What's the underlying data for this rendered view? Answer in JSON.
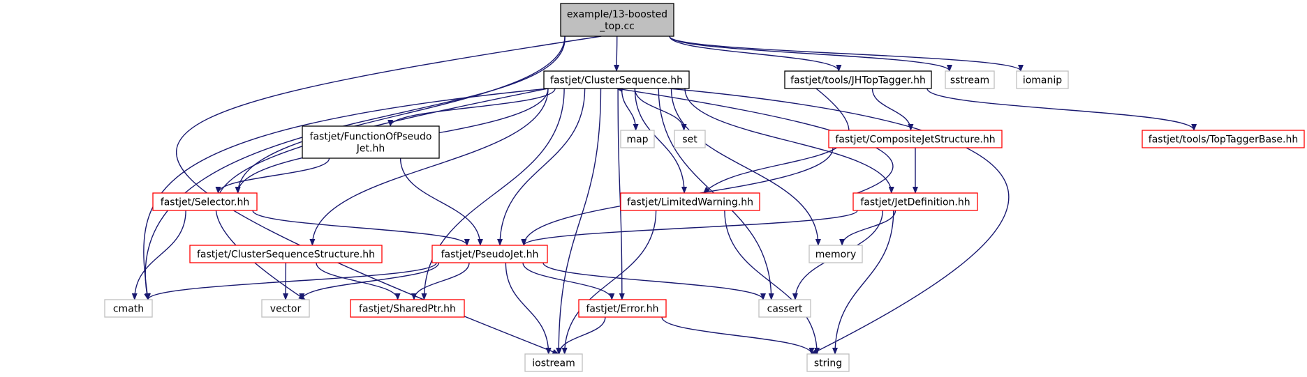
{
  "colors": {
    "edge": "#191970",
    "border_root": "#000000",
    "fill_root": "#bfbfbf",
    "border_documented": "#000000",
    "border_red": "#ff0000",
    "border_external": "#bfbfbf"
  },
  "nodes": {
    "root": {
      "lines": [
        "example/13-boosted",
        "_top.cc"
      ],
      "kind": "root"
    },
    "clusterseq": {
      "lines": [
        "fastjet/ClusterSequence.hh"
      ],
      "kind": "documented"
    },
    "jhtop": {
      "lines": [
        "fastjet/tools/JHTopTagger.hh"
      ],
      "kind": "documented"
    },
    "sstream": {
      "lines": [
        "sstream"
      ],
      "kind": "external"
    },
    "iomanip": {
      "lines": [
        "iomanip"
      ],
      "kind": "external"
    },
    "toptaggerbase": {
      "lines": [
        "fastjet/tools/TopTaggerBase.hh"
      ],
      "kind": "red"
    },
    "functionof": {
      "lines": [
        "fastjet/FunctionOfPseudo",
        "Jet.hh"
      ],
      "kind": "documented"
    },
    "map": {
      "lines": [
        "map"
      ],
      "kind": "external"
    },
    "set": {
      "lines": [
        "set"
      ],
      "kind": "external"
    },
    "composite": {
      "lines": [
        "fastjet/CompositeJetStructure.hh"
      ],
      "kind": "red"
    },
    "selector": {
      "lines": [
        "fastjet/Selector.hh"
      ],
      "kind": "red"
    },
    "limitedwarning": {
      "lines": [
        "fastjet/LimitedWarning.hh"
      ],
      "kind": "red"
    },
    "jetdef": {
      "lines": [
        "fastjet/JetDefinition.hh"
      ],
      "kind": "red"
    },
    "csstructure": {
      "lines": [
        "fastjet/ClusterSequenceStructure.hh"
      ],
      "kind": "red"
    },
    "pseudojet": {
      "lines": [
        "fastjet/PseudoJet.hh"
      ],
      "kind": "red"
    },
    "memory": {
      "lines": [
        "memory"
      ],
      "kind": "external"
    },
    "cmath": {
      "lines": [
        "cmath"
      ],
      "kind": "external"
    },
    "vector": {
      "lines": [
        "vector"
      ],
      "kind": "external"
    },
    "sharedptr": {
      "lines": [
        "fastjet/SharedPtr.hh"
      ],
      "kind": "red"
    },
    "error": {
      "lines": [
        "fastjet/Error.hh"
      ],
      "kind": "red"
    },
    "cassert": {
      "lines": [
        "cassert"
      ],
      "kind": "external"
    },
    "iostream": {
      "lines": [
        "iostream"
      ],
      "kind": "external"
    },
    "string": {
      "lines": [
        "string"
      ],
      "kind": "external"
    }
  },
  "edges": [
    [
      "root",
      "clusterseq"
    ],
    [
      "root",
      "jhtop"
    ],
    [
      "root",
      "sstream"
    ],
    [
      "root",
      "iomanip"
    ],
    [
      "root",
      "selector"
    ],
    [
      "root",
      "cmath"
    ],
    [
      "root",
      "iostream"
    ],
    [
      "clusterseq",
      "functionof"
    ],
    [
      "clusterseq",
      "map"
    ],
    [
      "clusterseq",
      "set"
    ],
    [
      "clusterseq",
      "selector"
    ],
    [
      "clusterseq",
      "limitedwarning"
    ],
    [
      "clusterseq",
      "jetdef"
    ],
    [
      "clusterseq",
      "csstructure"
    ],
    [
      "clusterseq",
      "pseudojet"
    ],
    [
      "clusterseq",
      "memory"
    ],
    [
      "clusterseq",
      "cmath"
    ],
    [
      "clusterseq",
      "vector"
    ],
    [
      "clusterseq",
      "sharedptr"
    ],
    [
      "clusterseq",
      "error"
    ],
    [
      "clusterseq",
      "cassert"
    ],
    [
      "clusterseq",
      "iostream"
    ],
    [
      "clusterseq",
      "string"
    ],
    [
      "jhtop",
      "toptaggerbase"
    ],
    [
      "jhtop",
      "composite"
    ],
    [
      "jhtop",
      "limitedwarning"
    ],
    [
      "jetdef",
      "clusterseq"
    ],
    [
      "functionof",
      "selector"
    ],
    [
      "functionof",
      "pseudojet"
    ],
    [
      "composite",
      "jetdef"
    ],
    [
      "composite",
      "pseudojet"
    ],
    [
      "selector",
      "pseudojet"
    ],
    [
      "selector",
      "cmath"
    ],
    [
      "limitedwarning",
      "iostream"
    ],
    [
      "limitedwarning",
      "string"
    ],
    [
      "jetdef",
      "pseudojet"
    ],
    [
      "jetdef",
      "memory"
    ],
    [
      "jetdef",
      "cassert"
    ],
    [
      "jetdef",
      "string"
    ],
    [
      "csstructure",
      "vector"
    ],
    [
      "csstructure",
      "sharedptr"
    ],
    [
      "pseudojet",
      "cmath"
    ],
    [
      "pseudojet",
      "vector"
    ],
    [
      "pseudojet",
      "sharedptr"
    ],
    [
      "pseudojet",
      "error"
    ],
    [
      "pseudojet",
      "cassert"
    ],
    [
      "pseudojet",
      "iostream"
    ],
    [
      "error",
      "iostream"
    ],
    [
      "error",
      "string"
    ]
  ]
}
